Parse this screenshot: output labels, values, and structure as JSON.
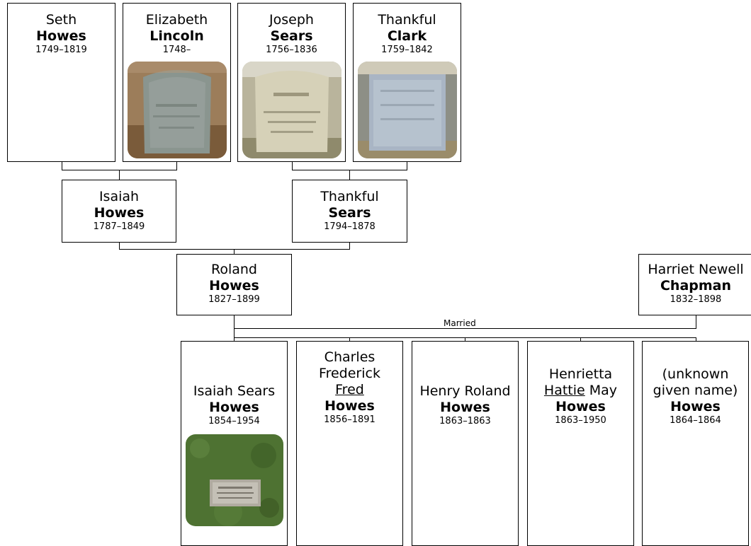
{
  "people": {
    "seth": {
      "given": "Seth",
      "surname": "Howes",
      "dates": "1749–1819"
    },
    "elizabeth": {
      "given": "Elizabeth",
      "surname": "Lincoln",
      "dates": "1748–"
    },
    "joseph": {
      "given": "Joseph",
      "surname": "Sears",
      "dates": "1756–1836"
    },
    "thankful_clark": {
      "given": "Thankful",
      "surname": "Clark",
      "dates": "1759–1842"
    },
    "isaiah": {
      "given": "Isaiah",
      "surname": "Howes",
      "dates": "1787–1849"
    },
    "thankful_sears": {
      "given": "Thankful",
      "surname": "Sears",
      "dates": "1794–1878"
    },
    "roland": {
      "given": "Roland",
      "surname": "Howes",
      "dates": "1827–1899"
    },
    "harriet": {
      "given": "Harriet Newell",
      "surname": "Chapman",
      "dates": "1832–1898"
    },
    "isaiah_sears": {
      "given": "Isaiah Sears",
      "surname": "Howes",
      "dates": "1854–1954"
    },
    "charles": {
      "given_l1": "Charles",
      "given_l2": "Frederick",
      "nickname": "Fred",
      "surname": "Howes",
      "dates": "1856–1891"
    },
    "henry": {
      "given": "Henry Roland",
      "surname": "Howes",
      "dates": "1863–1863"
    },
    "henrietta": {
      "given": "Henrietta",
      "nickname": "Hattie",
      "given_rest": " May",
      "surname": "Howes",
      "dates": "1863–1950"
    },
    "unknown": {
      "given_l1": "(unknown",
      "given_l2": "given name)",
      "surname": "Howes",
      "dates": "1864–1864"
    }
  },
  "marriage_label": "Married",
  "colors": {
    "border": "#000000",
    "background": "#ffffff"
  }
}
